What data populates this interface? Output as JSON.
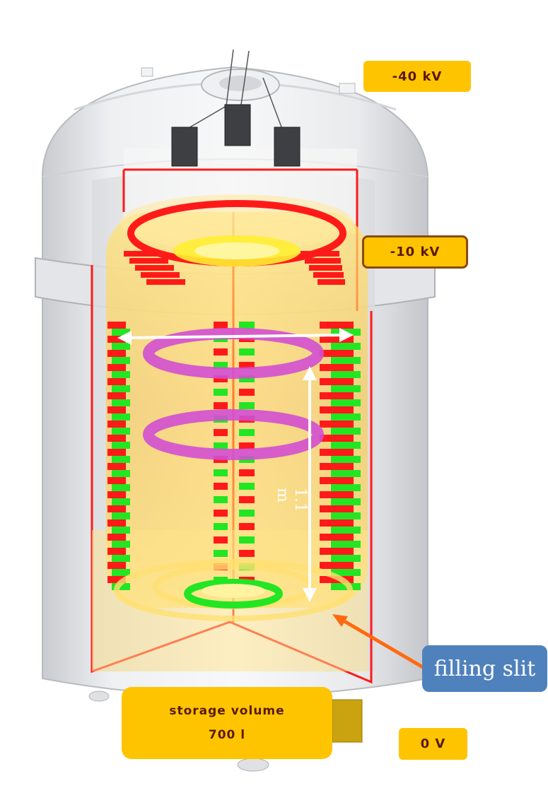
{
  "labels": {
    "top_voltage": "-40 kV",
    "mid_voltage": "-10 kV",
    "ground_voltage": "0 V",
    "storage_title": "storage volume",
    "storage_value": "700 l",
    "filling_slit": "filling slit",
    "height": "1.1 m"
  },
  "colors": {
    "tank": "#e6e7ea",
    "electrode_red": "#ff1a1a",
    "electrode_green": "#22e622",
    "field_glow": "#ffcf33",
    "ring_magenta": "#d24fd2",
    "label_bg": "#ffc400",
    "callout_blue": "#4f81bd",
    "arrow_orange": "#ff6a10"
  }
}
